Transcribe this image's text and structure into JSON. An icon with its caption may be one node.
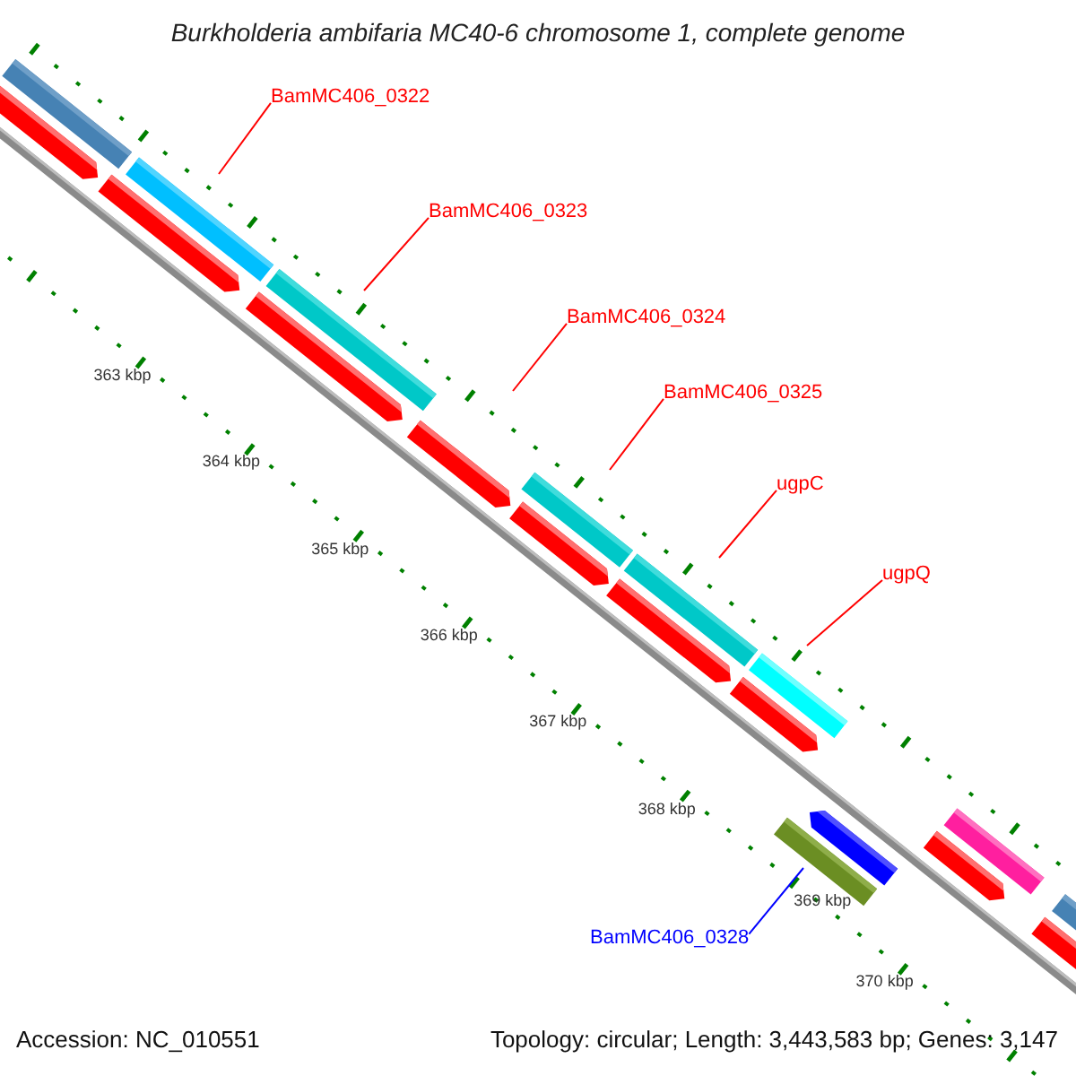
{
  "diagram": {
    "title": "Burkholderia ambifaria MC40-6 chromosome 1, complete genome",
    "nodes": [
      {
        "text": [
          "BamMC406_0322"
        ]
      },
      {
        "text": [
          "BamMC406_0323"
        ]
      },
      {
        "text": [
          "BamMC406_0324"
        ]
      },
      {
        "text": [
          "BamMC406_0325"
        ]
      },
      {
        "text": [
          "ugpC"
        ]
      },
      {
        "text": [
          "ugpQ"
        ]
      },
      {
        "text": [
          "BamMC406_0328"
        ]
      }
    ],
    "edges": [
      {
        "from": 0,
        "to": null,
        "arrow": "none"
      },
      {
        "from": 1,
        "to": null,
        "arrow": "none"
      },
      {
        "from": 2,
        "to": null,
        "arrow": "none"
      },
      {
        "from": 3,
        "to": null,
        "arrow": "none"
      },
      {
        "from": 4,
        "to": null,
        "arrow": "none"
      },
      {
        "from": 5,
        "to": null,
        "arrow": "none"
      },
      {
        "from": 6,
        "to": null,
        "arrow": "none",
        "color": "#0000ff"
      }
    ],
    "labels": [
      "363 kbp",
      "364 kbp",
      "365 kbp",
      "366 kbp",
      "367 kbp",
      "368 kbp",
      "369 kbp",
      "370 kbp",
      "Accession: NC_010551",
      "Topology: circular; Length: 3,443,583 bp; Genes: 3,147"
    ]
  }
}
